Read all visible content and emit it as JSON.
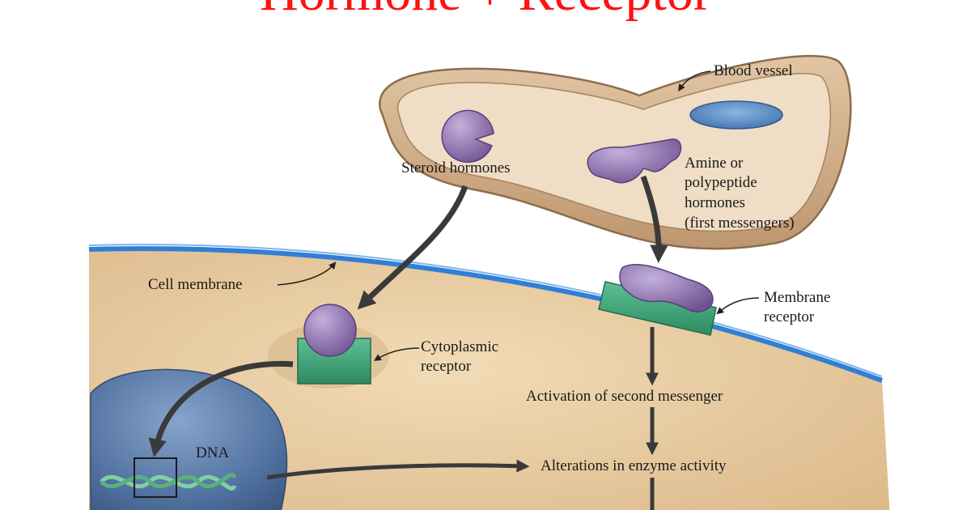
{
  "title": "Hormone + Receptor",
  "labels": {
    "blood_vessel": "Blood vessel",
    "steroid_hormones": "Steroid hormones",
    "amine_line1": "Amine or",
    "amine_line2": "polypeptide",
    "amine_line3": "hormones",
    "amine_line4": "(first messengers)",
    "cell_membrane": "Cell membrane",
    "membrane_receptor_line1": "Membrane",
    "membrane_receptor_line2": "receptor",
    "cytoplasmic_line1": "Cytoplasmic",
    "cytoplasmic_line2": "receptor",
    "second_messenger": "Activation of second messenger",
    "dna": "DNA",
    "enzyme_activity": "Alterations in enzyme activity"
  },
  "colors": {
    "title": "#ff1111",
    "membrane": "#2f7fd6",
    "cytoplasm": "#e7c89c",
    "vessel": "#cda882",
    "hormone": "#8c70a8",
    "receptor": "#3da277",
    "nucleus": "#4e6e9e",
    "dna": "#7cc79a"
  }
}
